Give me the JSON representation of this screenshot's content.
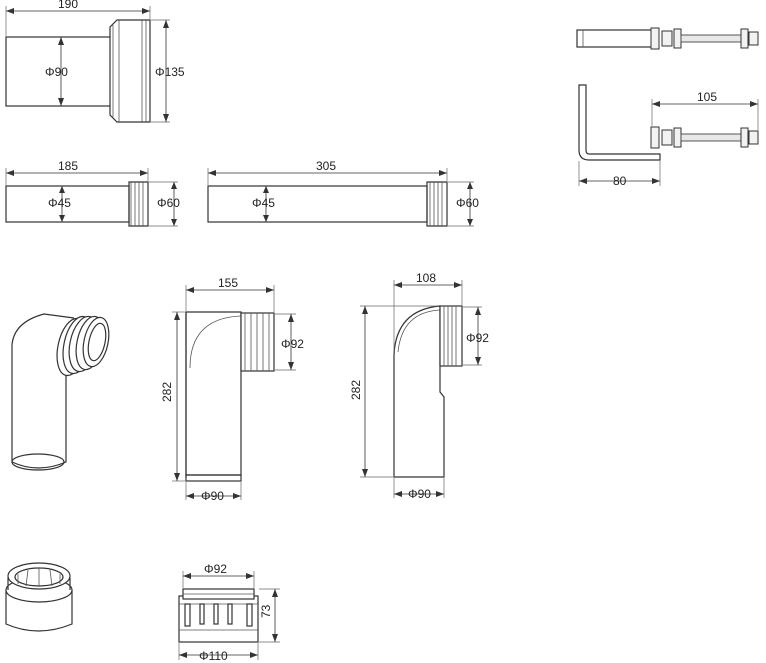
{
  "colors": {
    "line": "#333333",
    "text": "#222222",
    "background": "#ffffff"
  },
  "parts": {
    "connector": {
      "length": "190",
      "inner_diameter": "Φ90",
      "outer_diameter": "Φ135"
    },
    "short_pipe": {
      "length": "185",
      "inner_diameter": "Φ45",
      "outer_diameter": "Φ60"
    },
    "long_pipe": {
      "length": "305",
      "inner_diameter": "Φ45",
      "outer_diameter": "Φ60"
    },
    "bend_short": {
      "width": "155",
      "height": "282",
      "socket_diameter": "Φ92",
      "outlet_diameter": "Φ90"
    },
    "bend_offset": {
      "width": "108",
      "height": "282",
      "socket_diameter": "Φ92",
      "outlet_diameter": "Φ90"
    },
    "fixing_kit": {
      "bolt_length": "105",
      "bracket_width": "80"
    },
    "collar": {
      "top_diameter": "Φ92",
      "height": "73",
      "bottom_diameter": "Φ110"
    }
  }
}
